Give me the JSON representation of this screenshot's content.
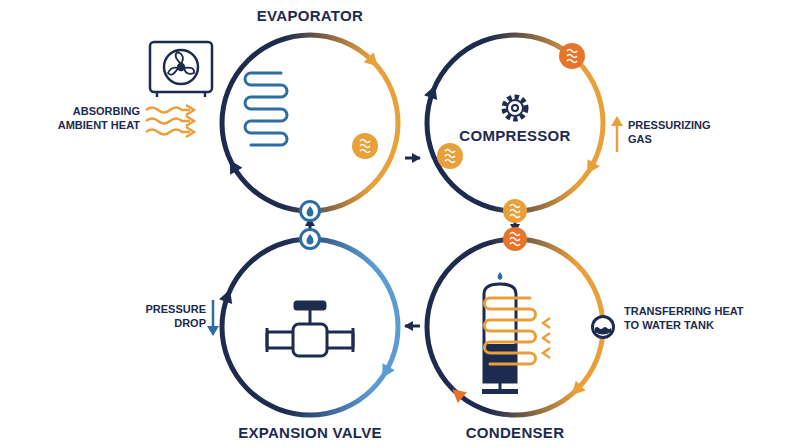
{
  "diagram": {
    "nodes": [
      {
        "text": [
          "EVAPORATOR"
        ]
      },
      {
        "text": [
          "COMPRESSOR"
        ]
      },
      {
        "text": [
          "EXPANSION VALVE"
        ]
      },
      {
        "text": [
          "CONDENSER"
        ]
      }
    ],
    "edges": [
      {
        "from": 0,
        "to": 1,
        "arrow": "to"
      },
      {
        "from": 1,
        "to": 3,
        "arrow": "to"
      },
      {
        "from": 3,
        "to": 2,
        "arrow": "to"
      },
      {
        "from": 2,
        "to": 0,
        "arrow": "to"
      }
    ],
    "labels": [
      "ABSORBING AMBIENT HEAT",
      "PRESSURIZING GAS",
      "PRESSURE DROP",
      "TRANSFERRING HEAT TO WATER TANK"
    ]
  }
}
